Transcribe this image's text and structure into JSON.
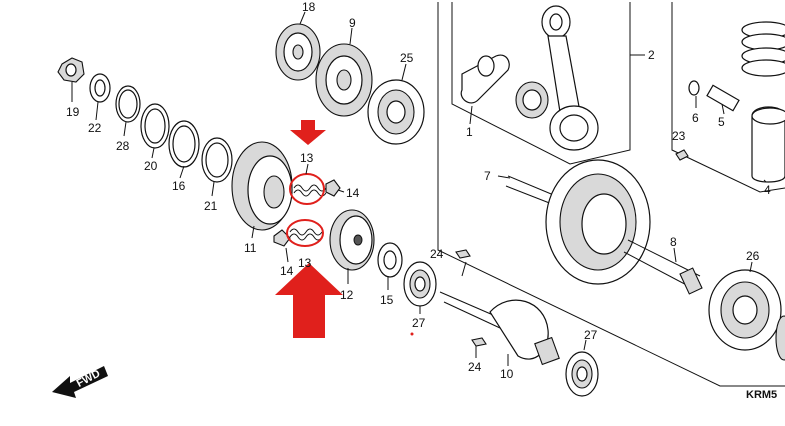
{
  "diagram": {
    "code": "KRM5",
    "fwd_label": "FWD",
    "colors": {
      "highlight": "#e0201c",
      "line": "#111111"
    },
    "callouts": [
      {
        "id": "c18",
        "text": "18"
      },
      {
        "id": "c9",
        "text": "9"
      },
      {
        "id": "c25",
        "text": "25"
      },
      {
        "id": "c19",
        "text": "19"
      },
      {
        "id": "c22",
        "text": "22"
      },
      {
        "id": "c28",
        "text": "28"
      },
      {
        "id": "c20",
        "text": "20"
      },
      {
        "id": "c16",
        "text": "16"
      },
      {
        "id": "c21",
        "text": "21"
      },
      {
        "id": "c11",
        "text": "11"
      },
      {
        "id": "c13a",
        "text": "13"
      },
      {
        "id": "c14a",
        "text": "14"
      },
      {
        "id": "c13b",
        "text": "13"
      },
      {
        "id": "c14b",
        "text": "14"
      },
      {
        "id": "c12",
        "text": "12"
      },
      {
        "id": "c15",
        "text": "15"
      },
      {
        "id": "c27a",
        "text": "27"
      },
      {
        "id": "c24a",
        "text": "24"
      },
      {
        "id": "c24b",
        "text": "24"
      },
      {
        "id": "c10",
        "text": "10"
      },
      {
        "id": "c27b",
        "text": "27"
      },
      {
        "id": "c1",
        "text": "1"
      },
      {
        "id": "c2",
        "text": "2"
      },
      {
        "id": "c7",
        "text": "7"
      },
      {
        "id": "c8",
        "text": "8"
      },
      {
        "id": "c26",
        "text": "26"
      },
      {
        "id": "c6",
        "text": "6"
      },
      {
        "id": "c5",
        "text": "5"
      },
      {
        "id": "c23",
        "text": "23"
      },
      {
        "id": "c4",
        "text": "4"
      }
    ]
  }
}
